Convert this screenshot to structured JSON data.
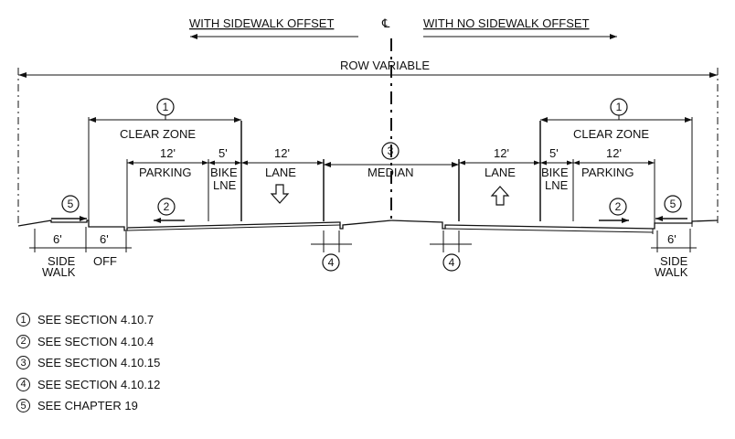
{
  "header": {
    "left_label": "WITH SIDEWALK OFFSET",
    "right_label": "WITH NO SIDEWALK OFFSET",
    "centerline_symbol": "℄"
  },
  "row": {
    "label": "ROW VARIABLE"
  },
  "left_side": {
    "callout_clear_zone": "1",
    "clear_zone": "CLEAR ZONE",
    "dims": {
      "parking": "12'",
      "bike": "5'",
      "lane": "12'"
    },
    "labels": {
      "parking": "PARKING",
      "bike_line1": "BIKE",
      "bike_line2": "LNE",
      "lane": "LANE"
    },
    "callout_parking": "2",
    "callout_sidewalk": "5",
    "sidewalk_dim": "6'",
    "offset_dim": "6'",
    "sidewalk_label_line1": "SIDE",
    "sidewalk_label_line2": "WALK",
    "offset_label": "OFF",
    "callout_gutter": "4"
  },
  "median": {
    "callout": "3",
    "label": "MEDIAN"
  },
  "right_side": {
    "callout_clear_zone": "1",
    "clear_zone": "CLEAR ZONE",
    "dims": {
      "lane": "12'",
      "bike": "5'",
      "parking": "12'"
    },
    "labels": {
      "lane": "LANE",
      "bike_line1": "BIKE",
      "bike_line2": "LNE",
      "parking": "PARKING"
    },
    "callout_parking": "2",
    "callout_sidewalk": "5",
    "sidewalk_dim": "6'",
    "sidewalk_label_line1": "SIDE",
    "sidewalk_label_line2": "WALK",
    "callout_gutter": "4"
  },
  "legend": [
    {
      "num": "1",
      "text": "SEE SECTION 4.10.7"
    },
    {
      "num": "2",
      "text": "SEE SECTION 4.10.4"
    },
    {
      "num": "3",
      "text": "SEE SECTION 4.10.15"
    },
    {
      "num": "4",
      "text": "SEE SECTION 4.10.12"
    },
    {
      "num": "5",
      "text": "SEE CHAPTER 19"
    }
  ]
}
